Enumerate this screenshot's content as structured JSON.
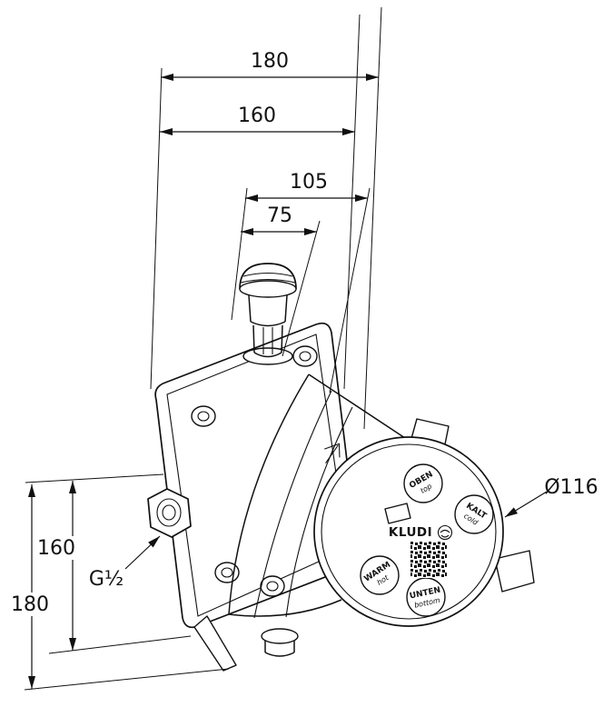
{
  "dims": {
    "top_180": "180",
    "top_160": "160",
    "top_105": "105",
    "top_75": "75",
    "left_160": "160",
    "left_180": "180",
    "thread": "G½",
    "diameter": "Ø116"
  },
  "cap": {
    "brand": "KLUDI",
    "ports": {
      "top": {
        "primary": "OBEN",
        "secondary": "top"
      },
      "cold": {
        "primary": "KALT",
        "secondary": "cold"
      },
      "hot": {
        "primary": "WARM",
        "secondary": "hot"
      },
      "bottom": {
        "primary": "UNTEN",
        "secondary": "bottom"
      }
    }
  },
  "colors": {
    "line": "#111111",
    "background": "#ffffff"
  }
}
